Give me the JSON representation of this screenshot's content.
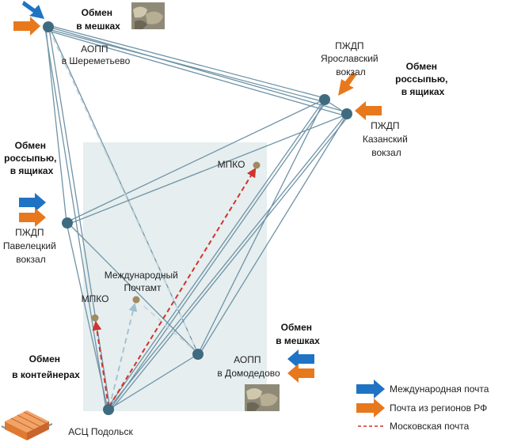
{
  "nodes": {
    "aopp_sheremetyevo": [
      "АОПП",
      "в Шереметьево"
    ],
    "pzhdp_yaroslavsky": [
      "ПЖДП",
      "Ярославский",
      "вокзал"
    ],
    "pzhdp_kazansky": [
      "ПЖДП",
      "Казанский",
      "вокзал"
    ],
    "pzhdp_paveletsky": [
      "ПЖДП",
      "Павелецкий",
      "вокзал"
    ],
    "mpko_top": "МПКО",
    "mpko_left": "МПКО",
    "international_post_office": [
      "Международный",
      "Почтамт"
    ],
    "aopp_domodedovo": [
      "АОПП",
      "в Домодедово"
    ],
    "asc_podolsk": "АСЦ Подольск"
  },
  "exchange_labels": {
    "bags_top": [
      "Обмен",
      "в мешках"
    ],
    "bulk_boxes_right": [
      "Обмен",
      "россыпью,",
      "в ящиках"
    ],
    "bulk_boxes_left": [
      "Обмен",
      "россыпью,",
      "в ящиках"
    ],
    "bags_bottom": [
      "Обмен",
      "в мешках"
    ],
    "containers": [
      "Обмен",
      "в контейнерах"
    ]
  },
  "legend": {
    "international": "Международная почта",
    "regions": "Почта из регионов РФ",
    "moscow": "Московская почта"
  },
  "colors": {
    "international": "#1f73c4",
    "regions": "#e8781c",
    "moscow": "#d0342c",
    "node": "#3f6b80",
    "small_node": "#a08a5e",
    "route": "#6f93a6",
    "zone": "#e6eeef"
  }
}
